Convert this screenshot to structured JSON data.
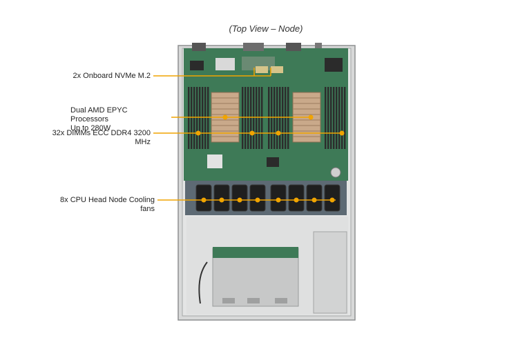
{
  "title": "(Top View – Node)",
  "callouts": {
    "nvme": "2x Onboard NVMe M.2",
    "cpu_line1": "Dual AMD EPYC Processors",
    "cpu_line2": "Up to 280W",
    "dimm": "32x DIMMs ECC DDR4 3200 MHz",
    "fans": "8x CPU Head Node Cooling fans"
  },
  "colors": {
    "accent": "#f0a400",
    "pcb": "#3e7a57",
    "chassis": "#cfd0d0",
    "heatsink": "#c9a98a",
    "fan": "#1f1f1f"
  }
}
